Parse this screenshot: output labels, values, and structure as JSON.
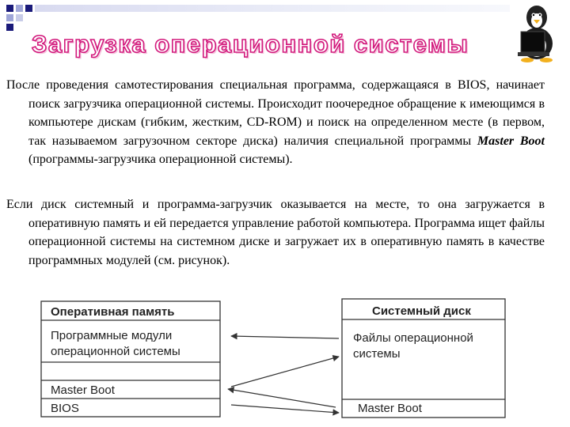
{
  "title": "Загрузка операционной системы",
  "paragraphs": [
    {
      "text": "После проведения самотестирования специальная программа, содержащаяся в BIOS, начинает поиск загрузчика операционной системы. Происходит поочередное обращение к имеющимся в компьютере дискам (гибким, жестким, CD-ROM) и поиск на определенном месте (в первом, так называемом загрузочном секторе диска) наличия специальной программы ",
      "emphasis": "Master Boot",
      "tail": " (программы-загрузчика операционной системы)."
    },
    {
      "text": "Если диск системный и программа-загрузчик оказывается на месте, то она загружается в оперативную память и ей передается управление работой компьютера. Программа ищет файлы операционной системы на системном диске и загружает их в оперативную память в качестве программных модулей (см. рисунок)."
    }
  ],
  "diagram": {
    "ram": {
      "header": "Оперативная память",
      "modules_line1": "Программные модули",
      "modules_line2": "операционной системы",
      "master_boot": "Master Boot",
      "bios": "BIOS"
    },
    "disk": {
      "header": "Системный диск",
      "files_line1": "Файлы операционной",
      "files_line2": "системы",
      "master_boot": "Master Boot"
    }
  },
  "colors": {
    "title_outline": "#d2197c",
    "square_dark": "#1a1a7a",
    "square_light": "#9fa6d8"
  }
}
